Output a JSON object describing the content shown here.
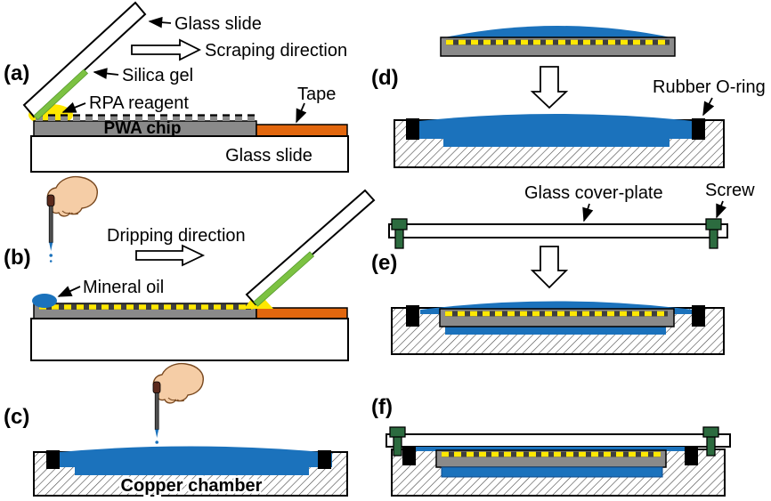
{
  "panels": {
    "a": {
      "label": "(a)",
      "callouts": {
        "glass_slide_top": "Glass slide",
        "scraping_direction": "Scraping direction",
        "silica_gel": "Silica gel",
        "rpa_reagent": "RPA reagent",
        "tape": "Tape",
        "pwa_chip": "PWA chip",
        "glass_slide_base": "Glass slide"
      }
    },
    "b": {
      "label": "(b)",
      "callouts": {
        "dripping_direction": "Dripping direction",
        "mineral_oil": "Mineral oil"
      }
    },
    "c": {
      "label": "(c)",
      "callouts": {
        "copper_chamber": "Copper chamber"
      }
    },
    "d": {
      "label": "(d)",
      "callouts": {
        "rubber_o_ring": "Rubber O-ring"
      }
    },
    "e": {
      "label": "(e)",
      "callouts": {
        "glass_cover_plate": "Glass cover-plate",
        "screw": "Screw"
      }
    },
    "f": {
      "label": "(f)"
    }
  },
  "colors": {
    "blue": "#1b72bc",
    "chip_gray": "#8a8a8a",
    "well_gap": "#3f3f3f",
    "yellow": "#ffe800",
    "silica_green": "#7cc242",
    "tape_orange": "#e2670e",
    "screw_green": "#2c6b3f",
    "hand_skin": "#f5cda6"
  }
}
